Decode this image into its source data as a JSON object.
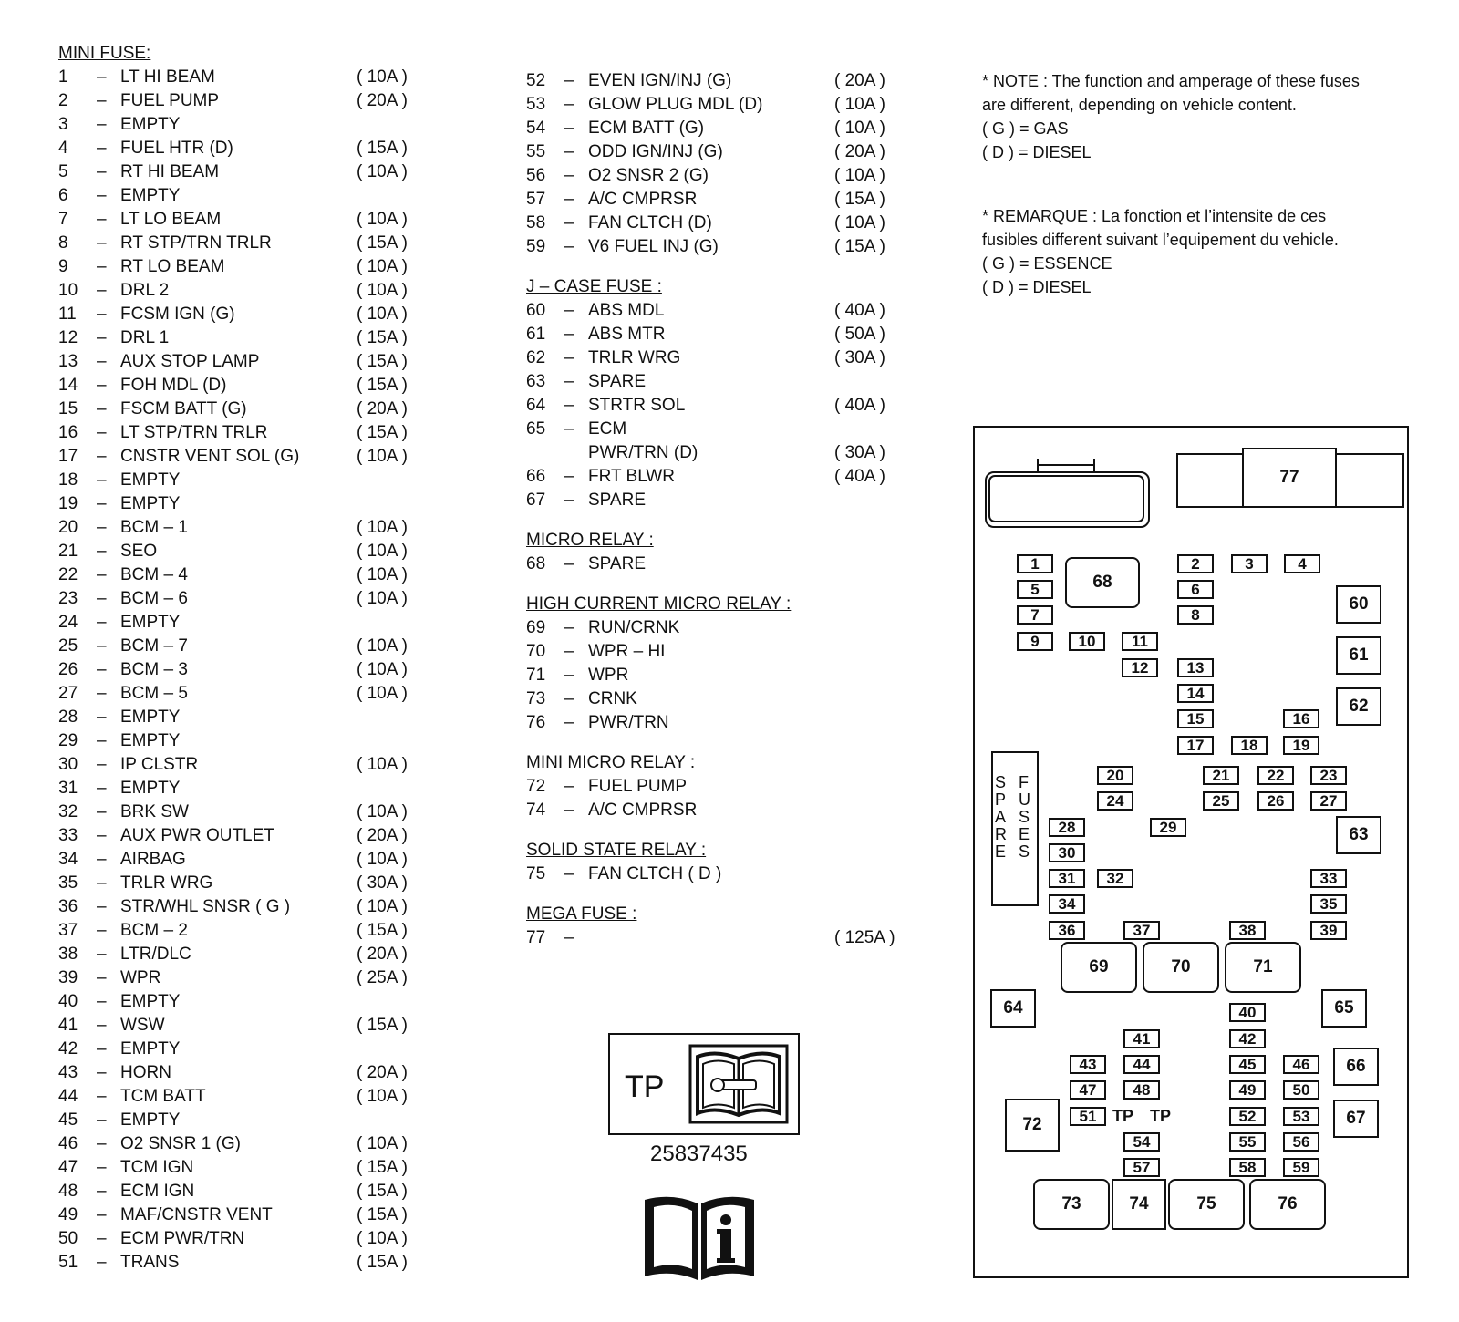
{
  "mini_fuse": {
    "header": "MINI FUSE:",
    "rows": [
      [
        "1",
        "LT HI BEAM",
        "( 10A )"
      ],
      [
        "2",
        "FUEL PUMP",
        "( 20A )"
      ],
      [
        "3",
        "EMPTY",
        ""
      ],
      [
        "4",
        "FUEL HTR  (D)",
        "( 15A )"
      ],
      [
        "5",
        "RT HI BEAM",
        "( 10A )"
      ],
      [
        "6",
        "EMPTY",
        ""
      ],
      [
        "7",
        "LT LO BEAM",
        "( 10A )"
      ],
      [
        "8",
        "RT STP/TRN TRLR",
        "( 15A )"
      ],
      [
        "9",
        "RT LO BEAM",
        "( 10A )"
      ],
      [
        "10",
        "DRL  2",
        "( 10A )"
      ],
      [
        "11",
        "FCSM  IGN  (G)",
        "( 10A )"
      ],
      [
        "12",
        "DRL  1",
        "( 15A )"
      ],
      [
        "13",
        "AUX  STOP  LAMP",
        "( 15A )"
      ],
      [
        "14",
        "FOH  MDL  (D)",
        "( 15A )"
      ],
      [
        "15",
        "FSCM  BATT  (G)",
        "( 20A )"
      ],
      [
        "16",
        "LT  STP/TRN  TRLR",
        "( 15A )"
      ],
      [
        "17",
        "CNSTR  VENT  SOL  (G)",
        "( 10A )"
      ],
      [
        "18",
        "EMPTY",
        ""
      ],
      [
        "19",
        "EMPTY",
        ""
      ],
      [
        "20",
        "BCM – 1",
        "( 10A )"
      ],
      [
        "21",
        "SEO",
        "( 10A )"
      ],
      [
        "22",
        "BCM – 4",
        "( 10A )"
      ],
      [
        "23",
        "BCM – 6",
        "( 10A )"
      ],
      [
        "24",
        "EMPTY",
        ""
      ],
      [
        "25",
        "BCM – 7",
        "( 10A )"
      ],
      [
        "26",
        "BCM – 3",
        "( 10A )"
      ],
      [
        "27",
        "BCM – 5",
        "( 10A )"
      ],
      [
        "28",
        "EMPTY",
        ""
      ],
      [
        "29",
        "EMPTY",
        ""
      ],
      [
        "30",
        "IP  CLSTR",
        "( 10A )"
      ],
      [
        "31",
        "EMPTY",
        ""
      ],
      [
        "32",
        "BRK  SW",
        "( 10A )"
      ],
      [
        "33",
        "AUX  PWR  OUTLET",
        "( 20A )"
      ],
      [
        "34",
        "AIRBAG",
        "( 10A )"
      ],
      [
        "35",
        "TRLR  WRG",
        "( 30A )"
      ],
      [
        "36",
        "STR/WHL  SNSR  ( G )",
        "( 10A )"
      ],
      [
        "37",
        "BCM – 2",
        "( 15A )"
      ],
      [
        "38",
        "LTR/DLC",
        "( 20A )"
      ],
      [
        "39",
        "WPR",
        "( 25A )"
      ],
      [
        "40",
        "EMPTY",
        ""
      ],
      [
        "41",
        "WSW",
        "( 15A )"
      ],
      [
        "42",
        "EMPTY",
        ""
      ],
      [
        "43",
        "HORN",
        "( 20A )"
      ],
      [
        "44",
        "TCM  BATT",
        "( 10A )"
      ],
      [
        "45",
        "EMPTY",
        ""
      ],
      [
        "46",
        "O2  SNSR  1  (G)",
        "( 10A )"
      ],
      [
        "47",
        "TCM  IGN",
        "( 15A )"
      ],
      [
        "48",
        "ECM  IGN",
        "( 15A )"
      ],
      [
        "49",
        "MAF/CNSTR  VENT",
        "( 15A )"
      ],
      [
        "50",
        "ECM  PWR/TRN",
        "( 10A )"
      ],
      [
        "51",
        "TRANS",
        "( 15A )"
      ]
    ]
  },
  "mini_fuse_cont": [
    [
      "52",
      "EVEN  IGN/INJ  (G)",
      "( 20A )"
    ],
    [
      "53",
      "GLOW  PLUG  MDL  (D)",
      "( 10A )"
    ],
    [
      "54",
      "ECM  BATT  (G)",
      "( 10A )"
    ],
    [
      "55",
      "ODD IGN/INJ  (G)",
      "( 20A )"
    ],
    [
      "56",
      "O2  SNSR  2  (G)",
      "( 10A )"
    ],
    [
      "57",
      "A/C  CMPRSR",
      "( 15A )"
    ],
    [
      "58",
      "FAN  CLTCH  (D)",
      "( 10A )"
    ],
    [
      "59",
      "V6  FUEL  INJ  (G)",
      "( 15A )"
    ]
  ],
  "j_case": {
    "header": "J – CASE FUSE :",
    "rows": [
      [
        "60",
        "ABS  MDL",
        "( 40A )"
      ],
      [
        "61",
        "ABS MTR",
        "( 50A )"
      ],
      [
        "62",
        "TRLR  WRG",
        "( 30A )"
      ],
      [
        "63",
        "SPARE",
        ""
      ],
      [
        "64",
        "STRTR  SOL",
        "( 40A )"
      ],
      [
        "65",
        "ECM",
        ""
      ],
      [
        "",
        "PWR/TRN  (D)",
        "( 30A )"
      ],
      [
        "66",
        "FRT  BLWR",
        "( 40A )"
      ],
      [
        "67",
        "SPARE",
        ""
      ]
    ]
  },
  "micro_relay": {
    "header": "MICRO RELAY :",
    "rows": [
      [
        "68",
        "SPARE",
        ""
      ]
    ]
  },
  "high_current": {
    "header": "HIGH  CURRENT  MICRO  RELAY :",
    "rows": [
      [
        "69",
        "RUN/CRNK",
        ""
      ],
      [
        "70",
        "WPR – HI",
        ""
      ],
      [
        "71",
        "WPR",
        ""
      ],
      [
        "73",
        "CRNK",
        ""
      ],
      [
        "76",
        "PWR/TRN",
        ""
      ]
    ]
  },
  "mini_micro": {
    "header": "MINI  MICRO  RELAY :",
    "rows": [
      [
        "72",
        "FUEL  PUMP",
        ""
      ],
      [
        "74",
        "A/C  CMPRSR",
        ""
      ]
    ]
  },
  "solid_state": {
    "header": "SOLID  STATE  RELAY :",
    "rows": [
      [
        "75",
        "FAN  CLTCH  ( D )",
        ""
      ]
    ]
  },
  "mega": {
    "header": "MEGA FUSE :",
    "rows": [
      [
        "77",
        "",
        "( 125A )"
      ]
    ]
  },
  "dash": "–",
  "note_en": {
    "line1": "* NOTE :  The function and amperage of these fuses",
    "line2": "are different, depending on vehicle content.",
    "line3": "( G )  =  GAS",
    "line4": "( D )  =  DIESEL"
  },
  "note_fr": {
    "line1": "* REMARQUE :  La fonction et l’intensite de ces",
    "line2": "fusibles different suivant l’equipement du vehicle.",
    "line3": "( G )  =  ESSENCE",
    "line4": "( D )  =  DIESEL"
  },
  "tp_label": "TP",
  "part_number": "25837435",
  "diagram": {
    "spare_fuses_left": "SPARE",
    "spare_fuses_right": "FUSES",
    "tp1": "TP",
    "tp2": "TP",
    "labels": {
      "f1": "1",
      "f2": "2",
      "f3": "3",
      "f4": "4",
      "f5": "5",
      "f6": "6",
      "f7": "7",
      "f8": "8",
      "f9": "9",
      "f10": "10",
      "f11": "11",
      "f12": "12",
      "f13": "13",
      "f14": "14",
      "f15": "15",
      "f16": "16",
      "f17": "17",
      "f18": "18",
      "f19": "19",
      "f20": "20",
      "f21": "21",
      "f22": "22",
      "f23": "23",
      "f24": "24",
      "f25": "25",
      "f26": "26",
      "f27": "27",
      "f28": "28",
      "f29": "29",
      "f30": "30",
      "f31": "31",
      "f32": "32",
      "f33": "33",
      "f34": "34",
      "f35": "35",
      "f36": "36",
      "f37": "37",
      "f38": "38",
      "f39": "39",
      "f40": "40",
      "f41": "41",
      "f42": "42",
      "f43": "43",
      "f44": "44",
      "f45": "45",
      "f46": "46",
      "f47": "47",
      "f48": "48",
      "f49": "49",
      "f50": "50",
      "f51": "51",
      "f52": "52",
      "f53": "53",
      "f54": "54",
      "f55": "55",
      "f56": "56",
      "f57": "57",
      "f58": "58",
      "f59": "59",
      "f60": "60",
      "f61": "61",
      "f62": "62",
      "f63": "63",
      "f64": "64",
      "f65": "65",
      "f66": "66",
      "f67": "67",
      "f68": "68",
      "f69": "69",
      "f70": "70",
      "f71": "71",
      "f72": "72",
      "f73": "73",
      "f74": "74",
      "f75": "75",
      "f76": "76",
      "f77": "77"
    }
  }
}
